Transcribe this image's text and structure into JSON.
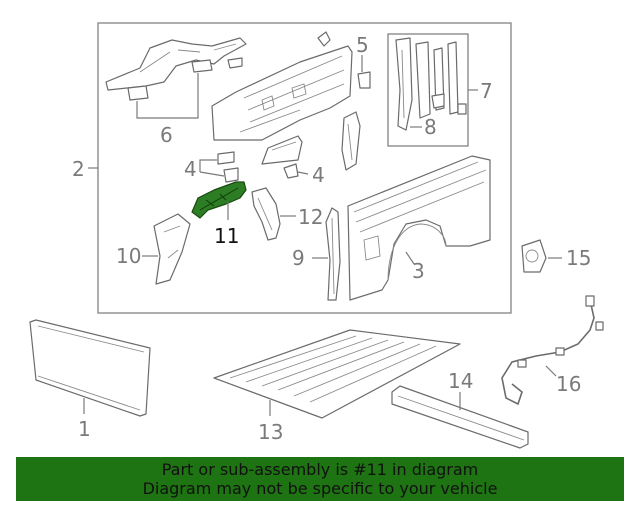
{
  "diagram": {
    "highlighted_part": "11",
    "highlight_color": "#2d7d24",
    "callouts": {
      "c1": "1",
      "c2": "2",
      "c3": "3",
      "c4a": "4",
      "c4b": "4",
      "c5": "5",
      "c6": "6",
      "c7": "7",
      "c8": "8",
      "c9": "9",
      "c10": "10",
      "c11": "11",
      "c12": "12",
      "c13": "13",
      "c14": "14",
      "c15": "15",
      "c16": "16"
    }
  },
  "footer": {
    "line1": "Part or sub-assembly is #11 in diagram",
    "line2": "Diagram may not be specific to your vehicle",
    "color": "#1e7312"
  }
}
